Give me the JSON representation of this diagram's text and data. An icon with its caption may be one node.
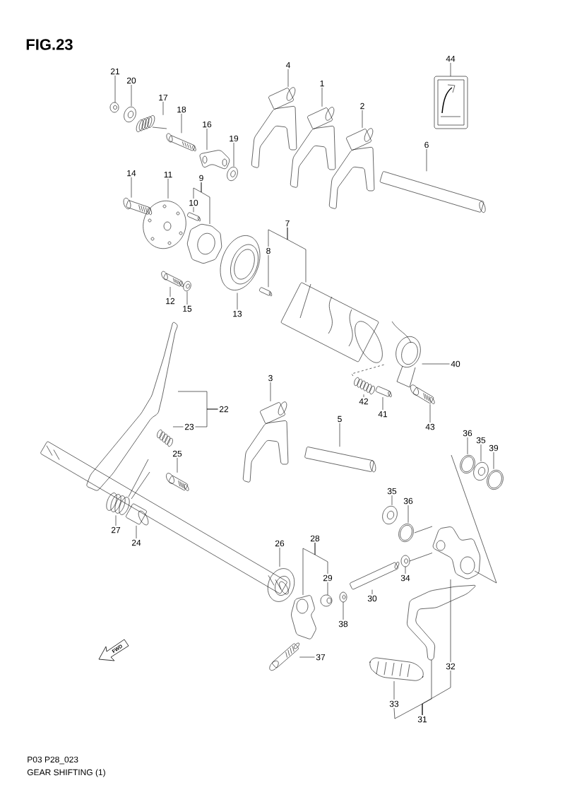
{
  "diagram": {
    "title": "FIG.23",
    "nodes": [
      {
        "text": [
          "44"
        ]
      },
      {
        "text": [
          "4"
        ]
      },
      {
        "text": [
          "21"
        ]
      },
      {
        "text": [
          "20"
        ]
      },
      {
        "text": [
          "1"
        ]
      },
      {
        "text": [
          "17"
        ]
      },
      {
        "text": [
          "2"
        ]
      },
      {
        "text": [
          "18"
        ]
      },
      {
        "text": [
          "16"
        ]
      },
      {
        "text": [
          "19"
        ]
      },
      {
        "text": [
          "6"
        ]
      },
      {
        "text": [
          "14"
        ]
      },
      {
        "text": [
          "11"
        ]
      },
      {
        "text": [
          "9"
        ]
      },
      {
        "text": [
          "10"
        ]
      },
      {
        "text": [
          "7"
        ]
      },
      {
        "text": [
          "8"
        ]
      },
      {
        "text": [
          "12"
        ]
      },
      {
        "text": [
          "15"
        ]
      },
      {
        "text": [
          "13"
        ]
      },
      {
        "text": [
          "40"
        ]
      },
      {
        "text": [
          "3"
        ]
      },
      {
        "text": [
          "42"
        ]
      },
      {
        "text": [
          "22"
        ]
      },
      {
        "text": [
          "41"
        ]
      },
      {
        "text": [
          "5"
        ]
      },
      {
        "text": [
          "43"
        ]
      },
      {
        "text": [
          "23"
        ]
      },
      {
        "text": [
          "36"
        ]
      },
      {
        "text": [
          "35"
        ]
      },
      {
        "text": [
          "39"
        ]
      },
      {
        "text": [
          "25"
        ]
      },
      {
        "text": [
          "35"
        ]
      },
      {
        "text": [
          "36"
        ]
      },
      {
        "text": [
          "27"
        ]
      },
      {
        "text": [
          "28"
        ]
      },
      {
        "text": [
          "24"
        ]
      },
      {
        "text": [
          "26"
        ]
      },
      {
        "text": [
          "34"
        ]
      },
      {
        "text": [
          "29"
        ]
      },
      {
        "text": [
          "30"
        ]
      },
      {
        "text": [
          "38"
        ]
      },
      {
        "text": [
          "37"
        ]
      },
      {
        "text": [
          "32"
        ]
      },
      {
        "text": [
          "33"
        ]
      },
      {
        "text": [
          "31"
        ]
      },
      {
        "text": [],
        "shape": "picture"
      },
      {
        "text": [],
        "shape": "picture"
      },
      {
        "text": [],
        "shape": "picture"
      },
      {
        "text": [],
        "shape": "picture"
      },
      {
        "text": [],
        "shape": "picture"
      },
      {
        "text": [],
        "shape": "picture"
      },
      {
        "text": [],
        "shape": "picture"
      },
      {
        "text": [],
        "shape": "picture"
      },
      {
        "text": [],
        "shape": "picture"
      },
      {
        "text": [],
        "shape": "picture"
      },
      {
        "text": [],
        "shape": "picture"
      },
      {
        "text": [],
        "shape": "picture"
      },
      {
        "text": [],
        "shape": "picture"
      },
      {
        "text": [],
        "shape": "picture"
      },
      {
        "text": [],
        "shape": "picture"
      },
      {
        "text": [],
        "shape": "picture"
      },
      {
        "text": [],
        "shape": "picture"
      },
      {
        "text": [],
        "shape": "picture"
      },
      {
        "text": [],
        "shape": "picture"
      },
      {
        "text": [],
        "shape": "picture"
      },
      {
        "text": [],
        "shape": "picture"
      },
      {
        "text": [],
        "shape": "picture"
      },
      {
        "text": [],
        "shape": "picture"
      },
      {
        "text": [],
        "shape": "picture"
      },
      {
        "text": [],
        "shape": "picture"
      },
      {
        "text": [],
        "shape": "picture"
      },
      {
        "text": [],
        "shape": "picture"
      },
      {
        "text": [],
        "shape": "picture"
      },
      {
        "text": [],
        "shape": "picture"
      },
      {
        "text": [],
        "shape": "picture"
      },
      {
        "text": [],
        "shape": "picture"
      },
      {
        "text": [],
        "shape": "picture"
      },
      {
        "text": [],
        "shape": "picture"
      },
      {
        "text": [],
        "shape": "picture"
      },
      {
        "text": [],
        "shape": "picture"
      },
      {
        "text": [],
        "shape": "picture"
      },
      {
        "text": [],
        "shape": "picture"
      },
      {
        "text": [],
        "shape": "picture"
      },
      {
        "text": [],
        "shape": "picture"
      },
      {
        "text": [],
        "shape": "picture"
      },
      {
        "text": [],
        "shape": "picture"
      },
      {
        "text": [],
        "shape": "picture"
      },
      {
        "text": [],
        "shape": "picture"
      },
      {
        "text": [],
        "shape": "picture"
      },
      {
        "text": [],
        "shape": "picture"
      },
      {
        "text": [],
        "shape": "picture"
      },
      {
        "text": [
          "FWD"
        ]
      }
    ],
    "edges": [
      {
        "from": 0,
        "to": 46,
        "arrow": "none"
      },
      {
        "from": 1,
        "to": 47,
        "arrow": "none"
      },
      {
        "from": 2,
        "to": 48,
        "arrow": "none"
      },
      {
        "from": 3,
        "to": 49,
        "arrow": "none"
      },
      {
        "from": 4,
        "to": 50,
        "arrow": "none"
      },
      {
        "from": 5,
        "to": 51,
        "arrow": "none"
      },
      {
        "from": 6,
        "to": 52,
        "arrow": "none"
      },
      {
        "from": 7,
        "to": 53,
        "arrow": "none"
      },
      {
        "from": 8,
        "to": 54,
        "arrow": "none"
      },
      {
        "from": 9,
        "to": 55,
        "arrow": "none"
      },
      {
        "from": 10,
        "to": 56,
        "arrow": "none"
      },
      {
        "from": 11,
        "to": 57,
        "arrow": "none"
      },
      {
        "from": 12,
        "to": 58,
        "arrow": "none"
      },
      {
        "from": 13,
        "to": 14,
        "arrow": "none"
      },
      {
        "from": 13,
        "to": 59,
        "arrow": "none"
      },
      {
        "from": 14,
        "to": 60,
        "arrow": "none"
      },
      {
        "from": 15,
        "to": 16,
        "arrow": "none"
      },
      {
        "from": 15,
        "to": 61,
        "arrow": "none"
      },
      {
        "from": 16,
        "to": 62,
        "arrow": "none"
      },
      {
        "from": 17,
        "to": 63,
        "arrow": "none"
      },
      {
        "from": 18,
        "to": 64,
        "arrow": "none"
      },
      {
        "from": 19,
        "to": 65,
        "arrow": "none"
      },
      {
        "from": 20,
        "to": 66,
        "arrow": "none"
      },
      {
        "from": 21,
        "to": 67,
        "arrow": "none"
      },
      {
        "from": 22,
        "to": 68,
        "arrow": "none"
      },
      {
        "from": 23,
        "to": 27,
        "arrow": "none"
      },
      {
        "from": 23,
        "to": 69,
        "arrow": "none"
      },
      {
        "from": 24,
        "to": 70,
        "arrow": "none"
      },
      {
        "from": 25,
        "to": 71,
        "arrow": "none"
      },
      {
        "from": 26,
        "to": 72,
        "arrow": "none"
      },
      {
        "from": 27,
        "to": 73,
        "arrow": "none"
      },
      {
        "from": 28,
        "to": 74,
        "arrow": "none"
      },
      {
        "from": 29,
        "to": 75,
        "arrow": "none"
      },
      {
        "from": 30,
        "to": 76,
        "arrow": "none"
      },
      {
        "from": 31,
        "to": 77,
        "arrow": "none"
      },
      {
        "from": 32,
        "to": 78,
        "arrow": "none"
      },
      {
        "from": 33,
        "to": 79,
        "arrow": "none"
      },
      {
        "from": 34,
        "to": 80,
        "arrow": "none"
      },
      {
        "from": 35,
        "to": 39,
        "arrow": "none"
      },
      {
        "from": 35,
        "to": 81,
        "arrow": "none"
      },
      {
        "from": 36,
        "to": 82,
        "arrow": "none"
      },
      {
        "from": 37,
        "to": 83,
        "arrow": "none"
      },
      {
        "from": 38,
        "to": 84,
        "arrow": "none"
      },
      {
        "from": 39,
        "to": 85,
        "arrow": "none"
      },
      {
        "from": 40,
        "to": 86,
        "arrow": "none"
      },
      {
        "from": 41,
        "to": 87,
        "arrow": "none"
      },
      {
        "from": 42,
        "to": 88,
        "arrow": "none"
      },
      {
        "from": 43,
        "to": 89,
        "arrow": "none"
      },
      {
        "from": 44,
        "to": 90,
        "arrow": "none"
      },
      {
        "from": 45,
        "to": 44,
        "arrow": "none"
      },
      {
        "from": 45,
        "to": 43,
        "arrow": "none"
      },
      {
        "from": 45,
        "to": 91,
        "arrow": "none"
      },
      {
        "from": 61,
        "to": 68,
        "arrow": "none",
        "style": "dashed"
      },
      {
        "from": 79,
        "to": 89,
        "arrow": "none"
      },
      {
        "from": 84,
        "to": 89,
        "arrow": "none"
      }
    ],
    "labels": [
      "P03 P28_023",
      "GEAR SHIFTING (1)"
    ]
  }
}
